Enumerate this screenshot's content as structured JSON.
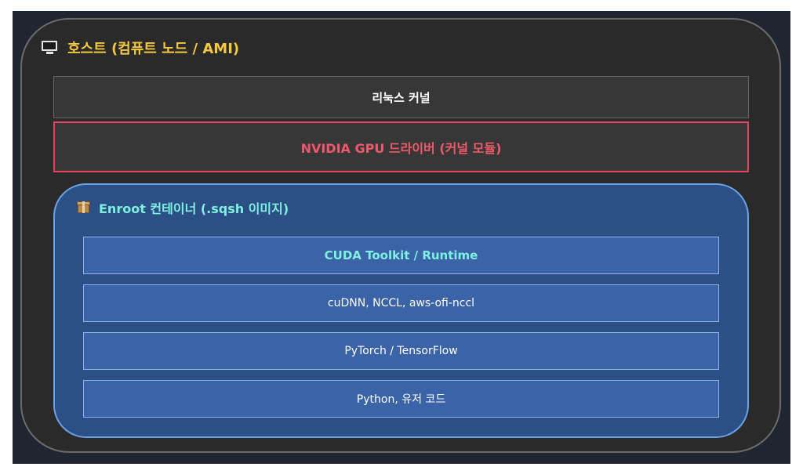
{
  "host": {
    "icon": "monitor-icon",
    "title": "호스트 (컴퓨트 노드 / AMI)",
    "title_color": "#f5c842"
  },
  "kernel": {
    "label": "리눅스 커널"
  },
  "driver": {
    "label": "NVIDIA GPU 드라이버 (커널 모듈)",
    "accent_color": "#e0475b"
  },
  "container": {
    "icon": "package-icon",
    "title": "Enroot 컨테이너 (.sqsh 이미지)",
    "title_color": "#7ef0e0",
    "layers": [
      {
        "label": "CUDA Toolkit / Runtime"
      },
      {
        "label": "cuDNN, NCCL, aws-ofi-nccl"
      },
      {
        "label": "PyTorch / TensorFlow"
      },
      {
        "label": "Python, 유저 코드"
      }
    ]
  }
}
